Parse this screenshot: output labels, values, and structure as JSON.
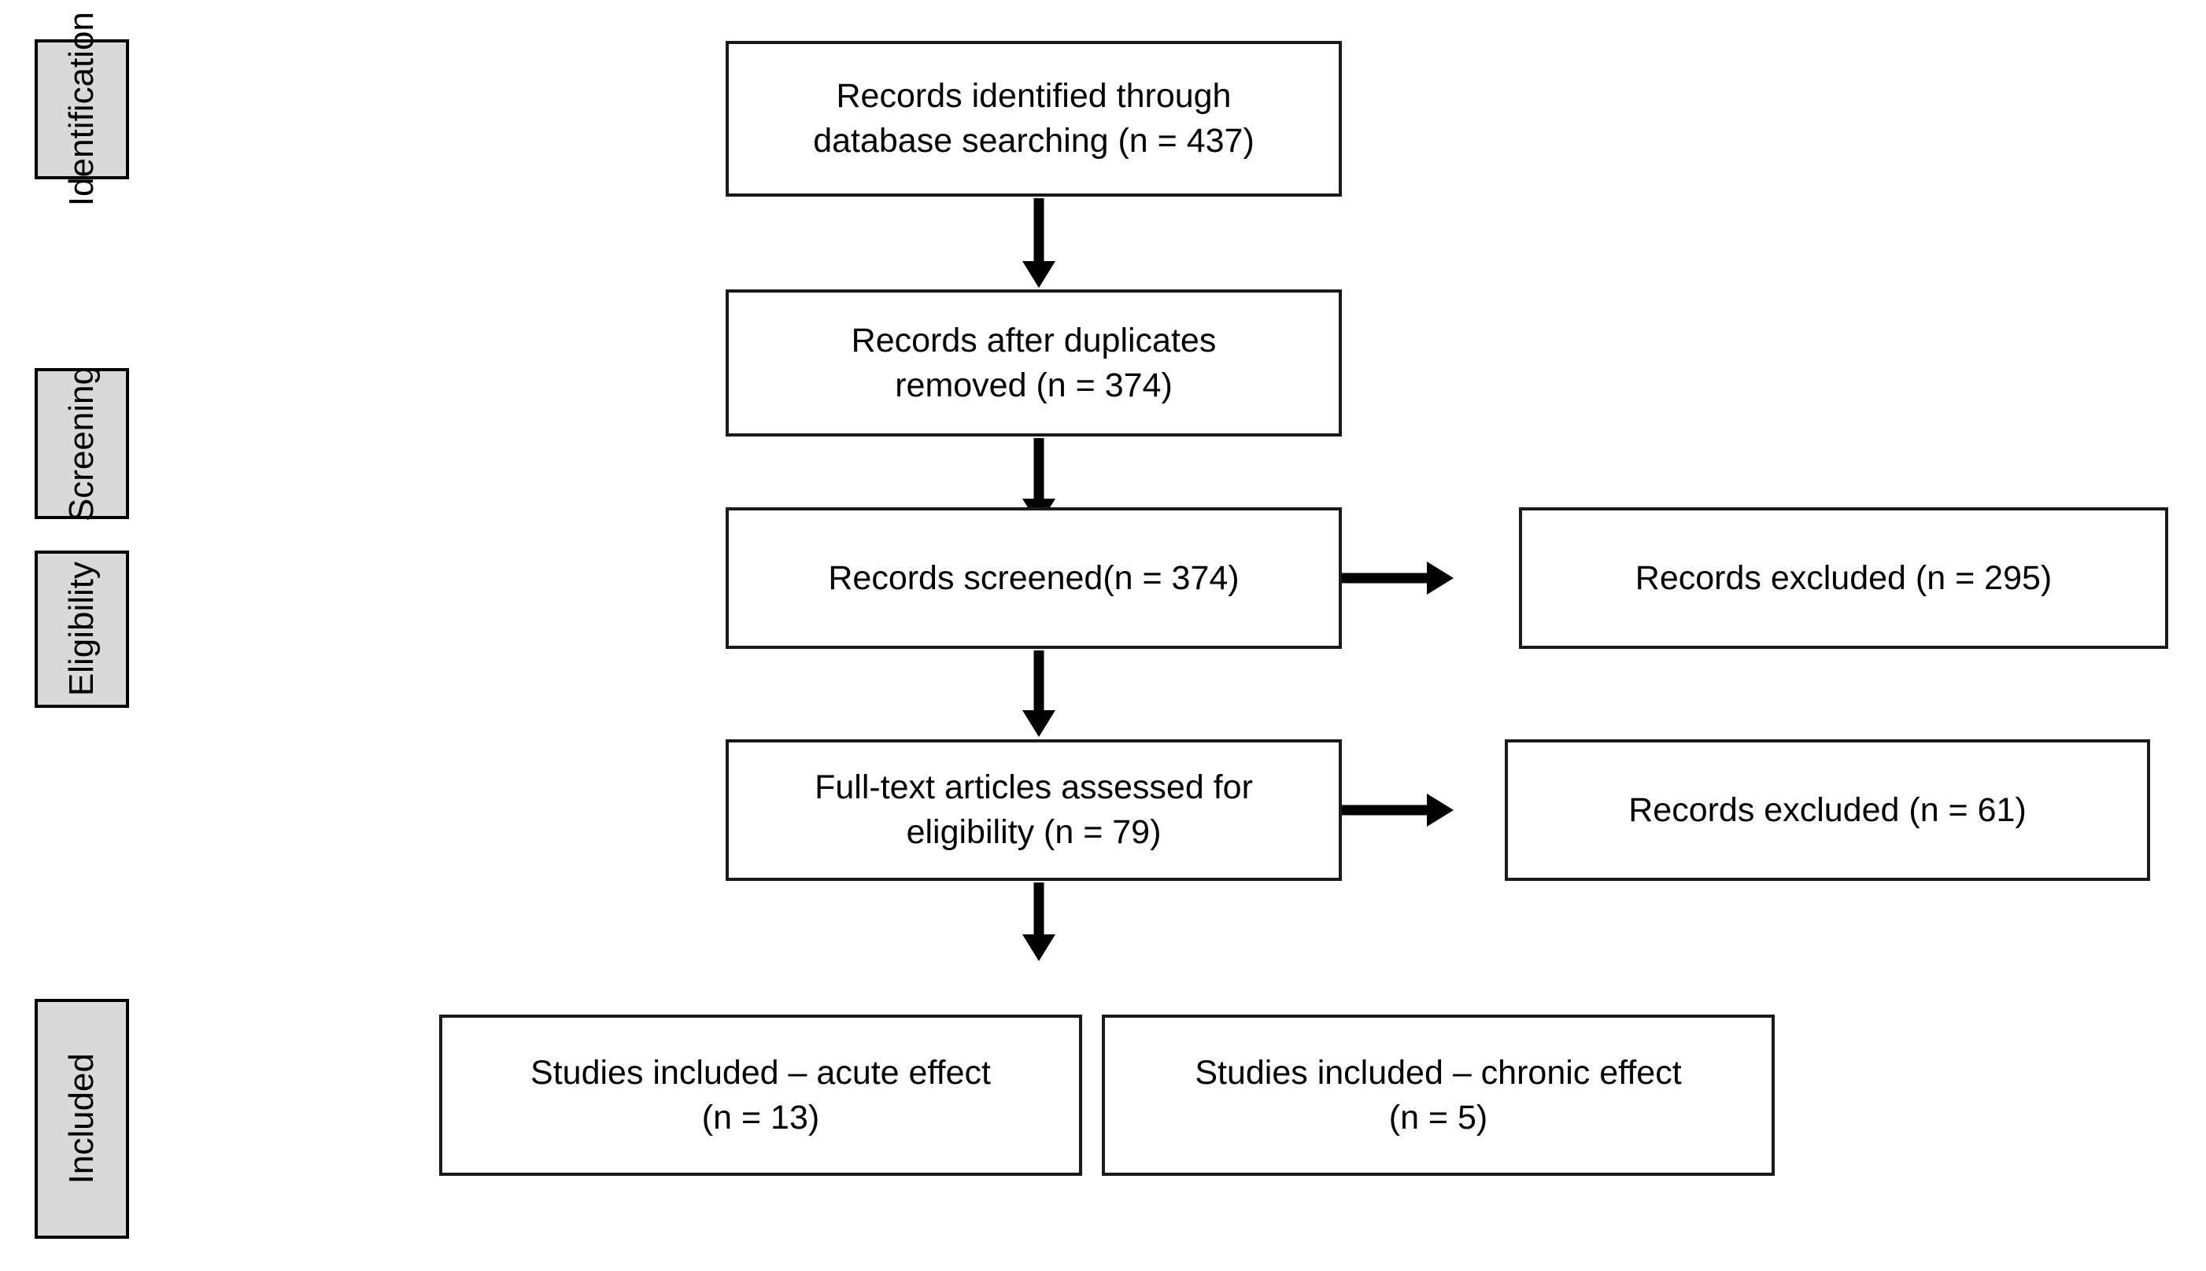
{
  "diagram": {
    "type": "prisma-flow-diagram",
    "stages": [
      {
        "id": "identification",
        "label": "Identification"
      },
      {
        "id": "screening",
        "label": "Screening"
      },
      {
        "id": "eligibility",
        "label": "Eligibility"
      },
      {
        "id": "included",
        "label": "Included"
      }
    ],
    "nodes": [
      {
        "id": "records-identified",
        "line1": "Records identified through",
        "line2": "database searching (n = 437)",
        "n": 437
      },
      {
        "id": "records-after-duplicates",
        "line1": "Records after duplicates",
        "line2": "removed (n = 374)",
        "n": 374
      },
      {
        "id": "records-screened",
        "line1": "Records screened(n = 374)",
        "line2": "",
        "n": 374
      },
      {
        "id": "records-excluded-screening",
        "line1": "Records excluded (n = 295)",
        "line2": "",
        "n": 295
      },
      {
        "id": "full-text-assessed",
        "line1": "Full-text articles assessed for",
        "line2": "eligibility (n = 79)",
        "n": 79
      },
      {
        "id": "records-excluded-eligibility",
        "line1": "Records excluded (n = 61)",
        "line2": "",
        "n": 61
      },
      {
        "id": "studies-included-acute",
        "line1": "Studies included – acute effect",
        "line2": "(n = 13)",
        "n": 13
      },
      {
        "id": "studies-included-chronic",
        "line1": "Studies included – chronic effect",
        "line2": "(n = 5)",
        "n": 5
      }
    ],
    "colors": {
      "stage_fill": "#d9d9d9",
      "border": "#1a1a1a",
      "arrow": "#000000",
      "background": "#ffffff",
      "text": "#000000"
    }
  }
}
